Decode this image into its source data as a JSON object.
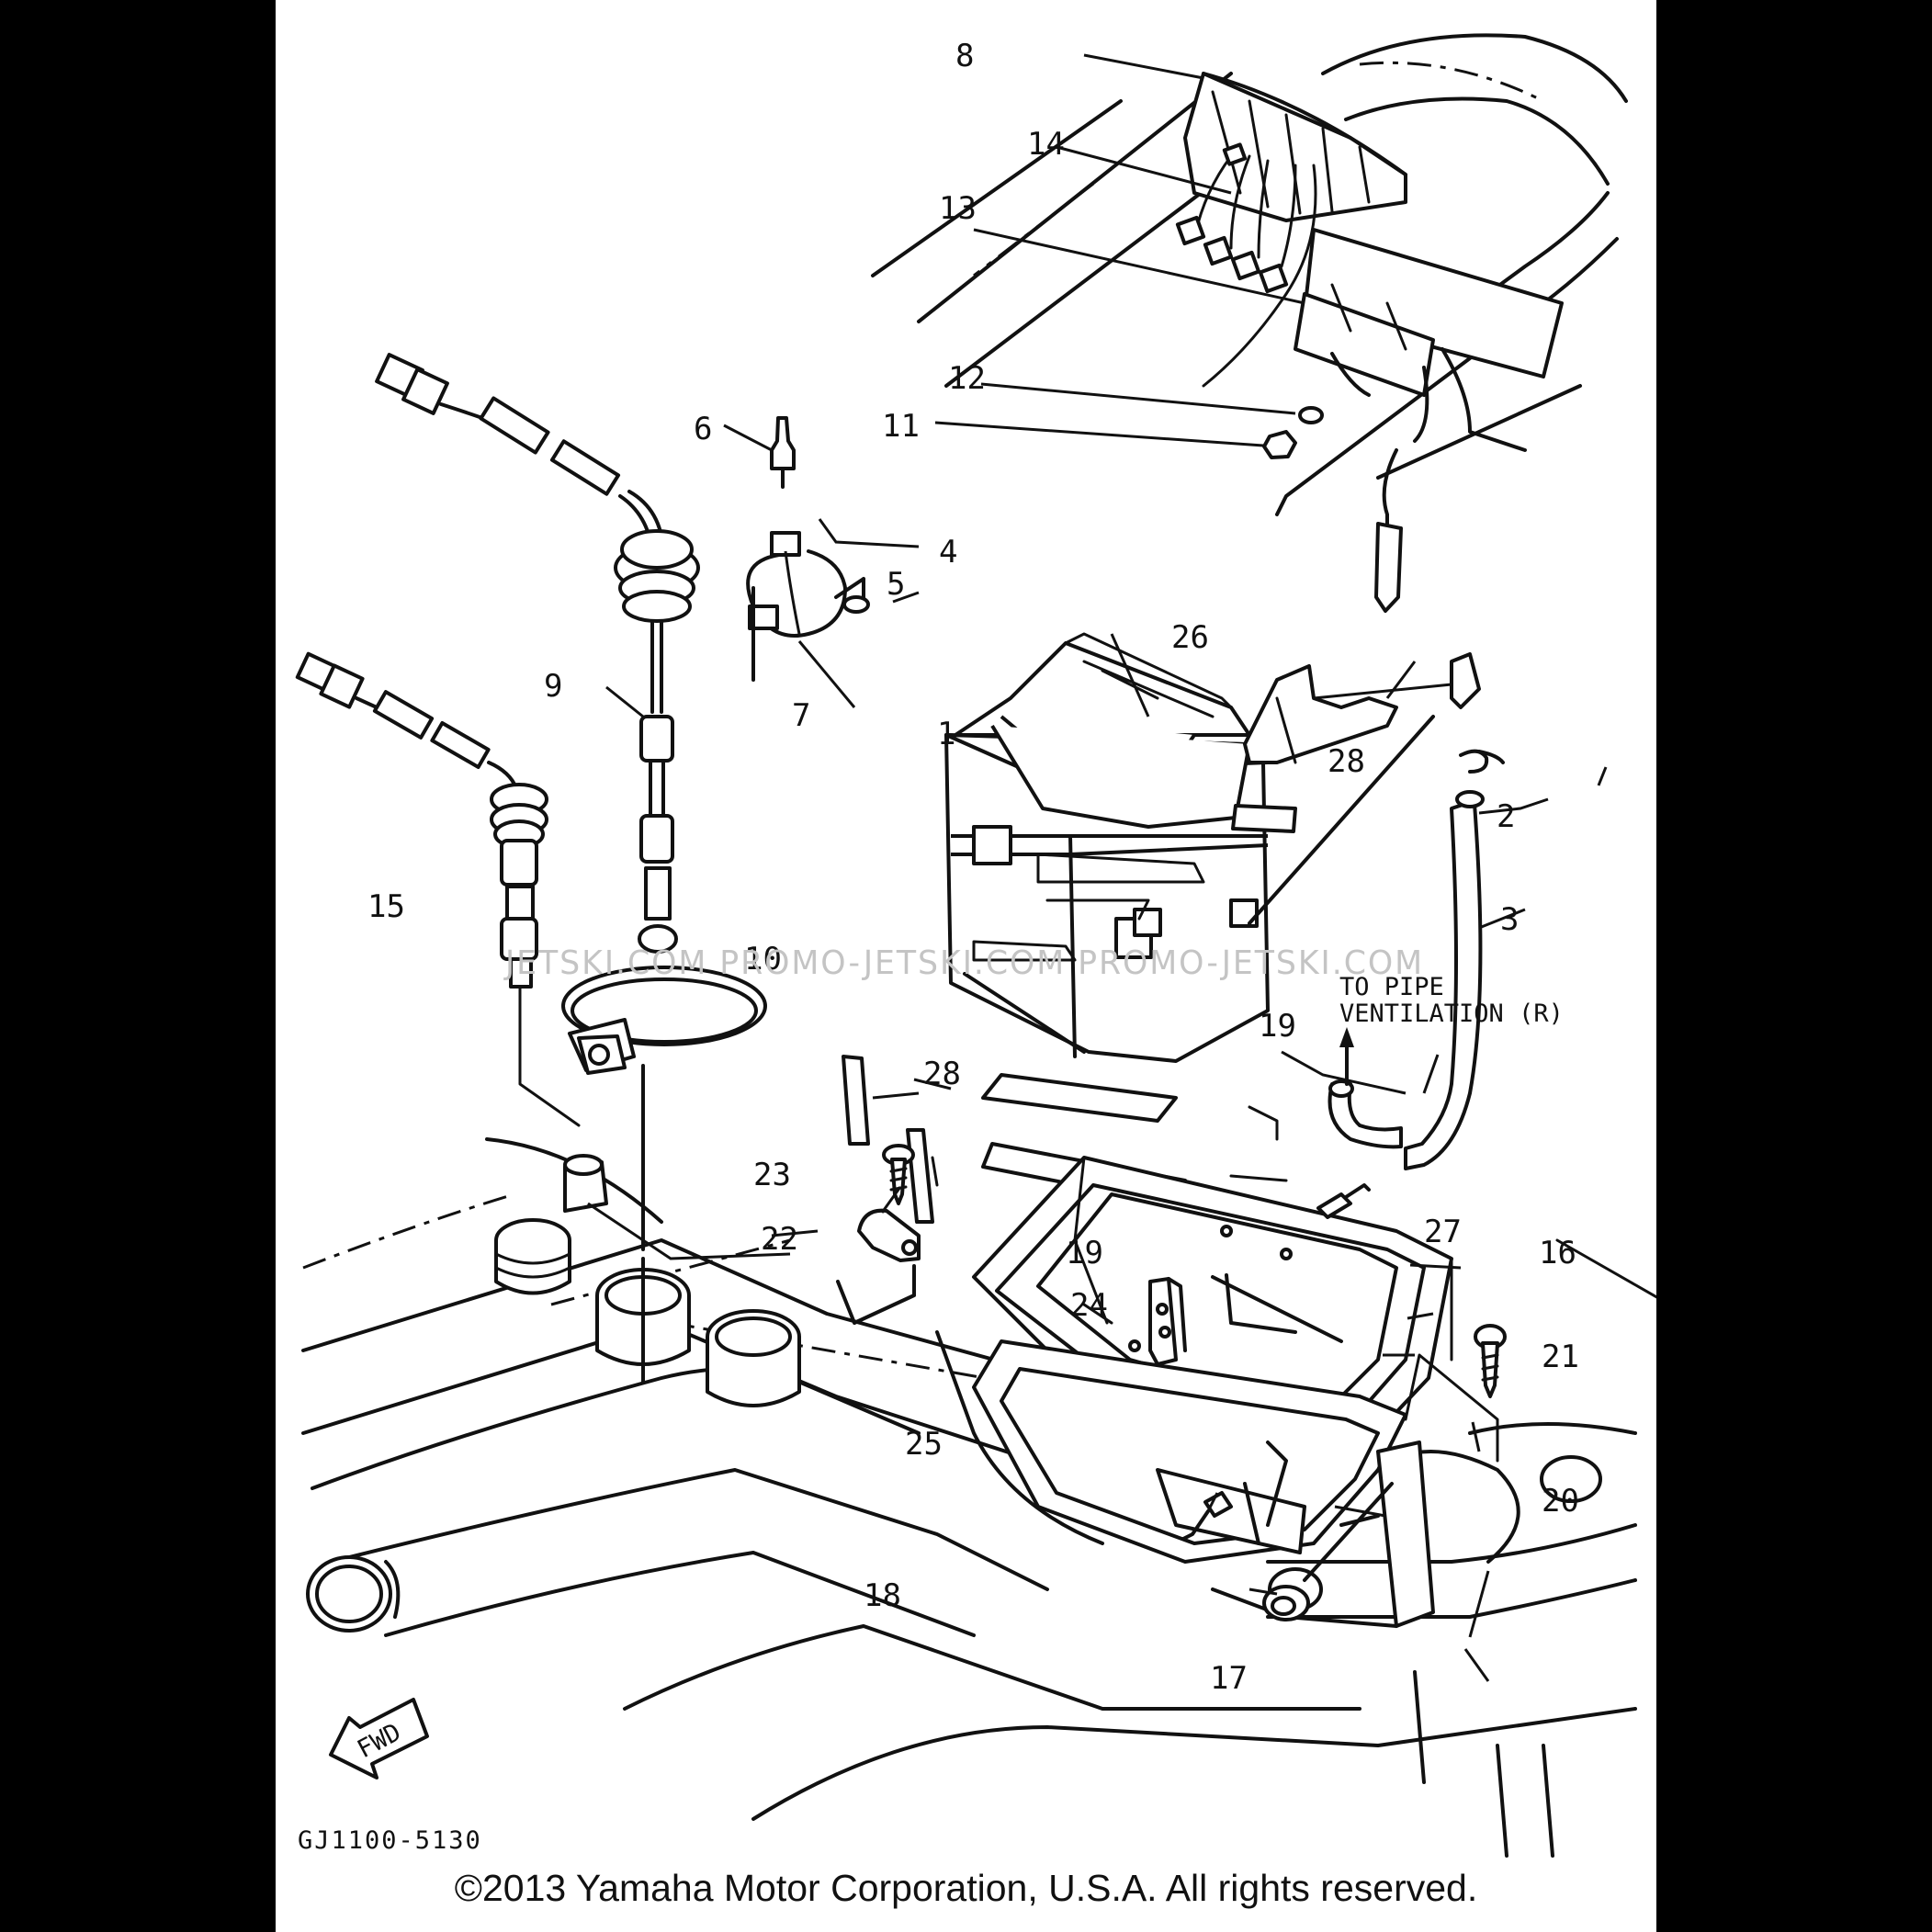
{
  "diagram": {
    "figure_code": "GJ1100-5130",
    "copyright": "©2013 Yamaha Motor Corporation, U.S.A. All rights reserved.",
    "watermark": "JETSKI.COM  PROMO-JETSKI.COM  PROMO-JETSKI.COM",
    "direction_label": "FWD",
    "vent_note_line1": "TO PIPE",
    "vent_note_line2": "VENTILATION (R)",
    "callouts": {
      "c1": "1",
      "c2": "2",
      "c3": "3",
      "c4": "4",
      "c5": "5",
      "c6": "6",
      "c7": "7",
      "c8": "8",
      "c9": "9",
      "c10": "10",
      "c11": "11",
      "c12": "12",
      "c13": "13",
      "c14": "14",
      "c15": "15",
      "c16": "16",
      "c17": "17",
      "c18": "18",
      "c19a": "19",
      "c19b": "19",
      "c20": "20",
      "c21": "21",
      "c22": "22",
      "c23": "23",
      "c24": "24",
      "c25": "25",
      "c26": "26",
      "c27": "27",
      "c28a": "28",
      "c28b": "28"
    }
  }
}
